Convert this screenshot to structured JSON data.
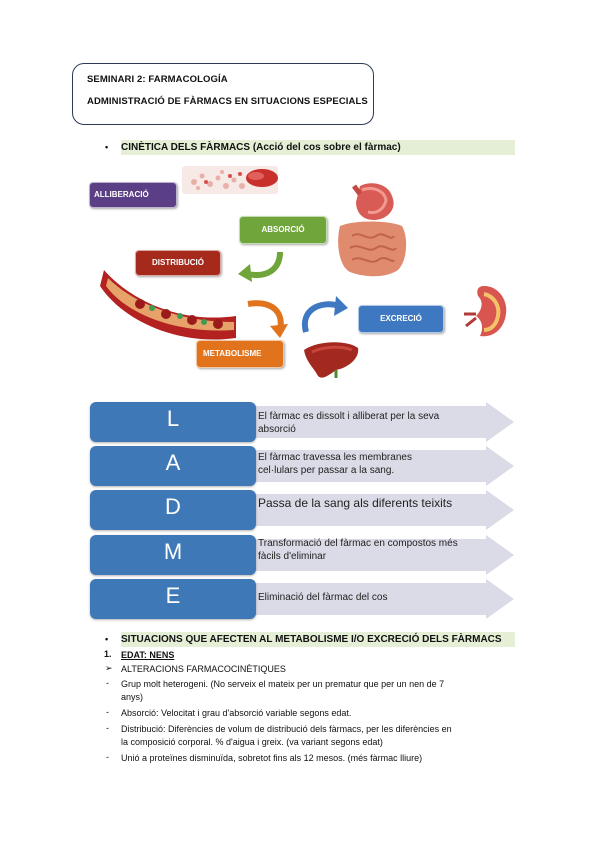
{
  "header": {
    "line1": "SEMINARI 2: FARMACOLOGÍA",
    "line2": "ADMINISTRACIÓ DE FÀRMACS EN SITUACIONS ESPECIALS"
  },
  "section1": {
    "bullet": "•",
    "title": "CINÈTICA DELS FÀRMACS (Acció del cos sobre el fàrmac)"
  },
  "diagram": {
    "stages": {
      "alliberacio": "ALLIBERACIÓ",
      "absorcio": "ABSORCIÓ",
      "distribucio": "DISTRIBUCIÓ",
      "excrecio": "EXCRECIÓ",
      "metabolisme": "METABOLISME"
    },
    "colors": {
      "alliberacio": "#5b3f86",
      "absorcio": "#6fa53a",
      "distribucio": "#a52a1c",
      "excrecio": "#3d78c0",
      "metabolisme": "#e2731d"
    }
  },
  "ladme": [
    {
      "letter": "L",
      "text1": "El fàrmac es dissolt i alliberat per la seva",
      "text2": "absorció"
    },
    {
      "letter": "A",
      "text1": "El fàrmac travessa les membranes",
      "text2": "cel·lulars per passar a la sang."
    },
    {
      "letter": "D",
      "text1": "Passa de la sang als diferents teixits",
      "text2": ""
    },
    {
      "letter": "M",
      "text1": "Transformació del fàrmac en compostos més",
      "text2": "fàcils d'eliminar"
    },
    {
      "letter": "E",
      "text1": "Eliminació del fàrmac del cos",
      "text2": ""
    }
  ],
  "section2": {
    "bullet": "•",
    "title": "SITUACIONS QUE AFECTEN AL METABOLISME I/O EXCRECIÓ DELS FÀRMACS"
  },
  "list": {
    "n1_marker": "1.",
    "n1": "EDAT: NENS",
    "sub_marker": "➢",
    "sub": "ALTERACIONS FARMACOCINÈTIQUES",
    "dash": "-",
    "item1a": "Grup molt heterogeni. (No serveix el mateix per un prematur que per un nen de 7",
    "item1b": "anys)",
    "item2": "Absorció: Velocitat i grau d'absorció variable segons edat.",
    "item3a": "Distribució: Diferències de volum de distribució dels fàrmacs, per les diferències en",
    "item3b": "la composició corporal. % d'aigua i greix. (va variant segons edat)",
    "item4": "Unió a proteïnes disminuïda, sobretot fins als 12 mesos. (més fàrmac lliure)"
  }
}
